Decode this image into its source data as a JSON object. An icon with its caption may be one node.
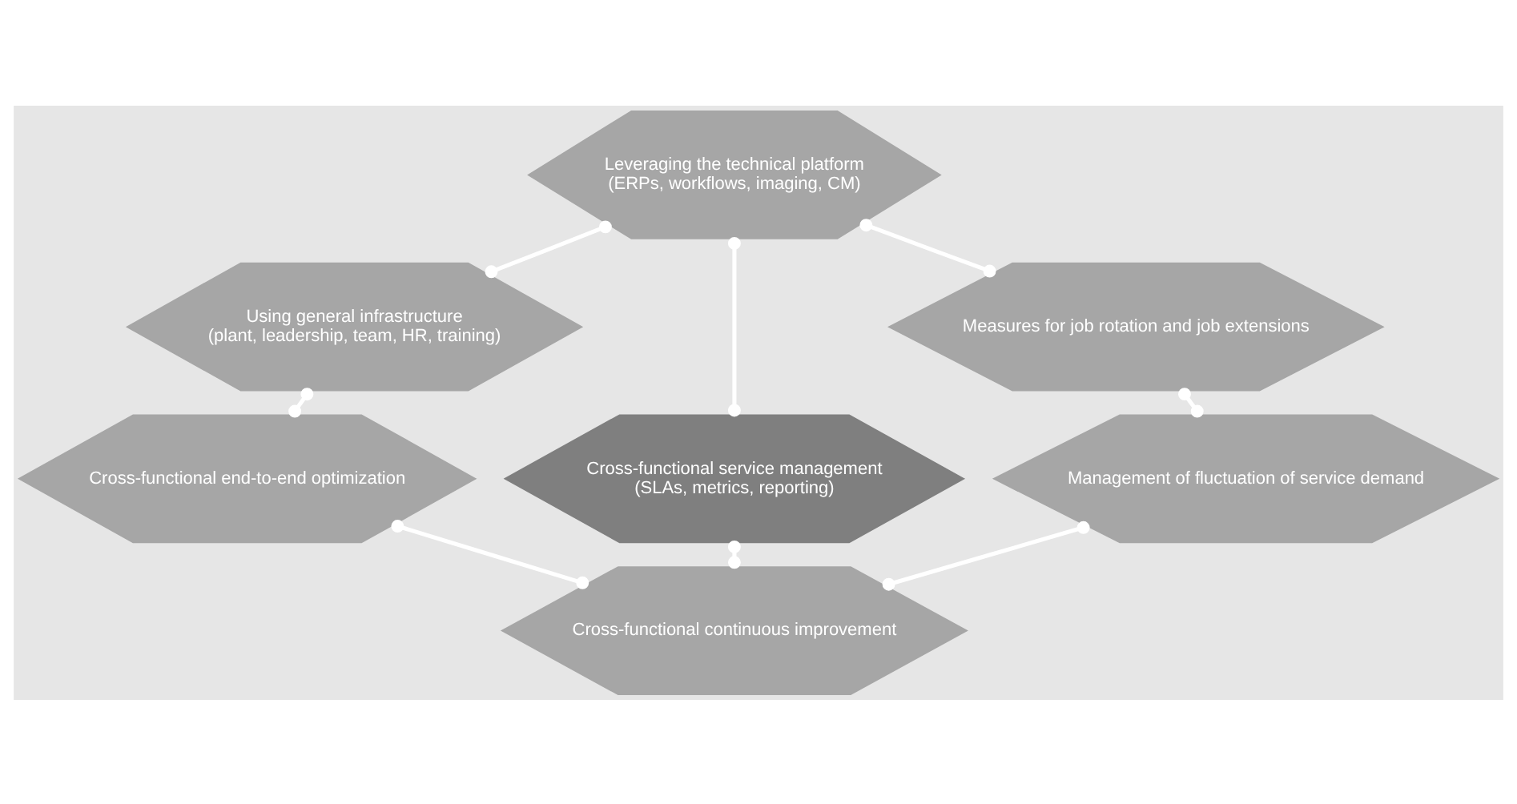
{
  "diagram": {
    "nodes": [
      {
        "text": [
          "Leveraging the technical platform",
          "(ERPs, workflows, imaging, CM)"
        ]
      },
      {
        "text": [
          "Measures for job rotation and job extensions"
        ]
      },
      {
        "text": [
          "Using general infrastructure",
          "(plant, leadership, team, HR, training)"
        ]
      },
      {
        "text": [
          "Cross-functional service management",
          "(SLAs, metrics, reporting)"
        ]
      },
      {
        "text": [
          "Management of fluctuation of service demand"
        ]
      },
      {
        "text": [
          "Cross-functional end-to-end optimization"
        ]
      },
      {
        "text": [
          "Cross-functional continuous improvement"
        ]
      }
    ],
    "edges": [
      {
        "from": 1,
        "to": 0,
        "arrow": "other"
      },
      {
        "from": 0,
        "to": 2,
        "arrow": "other"
      },
      {
        "from": 0,
        "to": 3,
        "arrow": "other"
      },
      {
        "from": 1,
        "to": 4,
        "arrow": "other"
      },
      {
        "from": 2,
        "to": 5,
        "arrow": "other"
      },
      {
        "from": 3,
        "to": 6,
        "arrow": "other"
      },
      {
        "from": 4,
        "to": 6,
        "arrow": "other"
      },
      {
        "from": 6,
        "to": 5,
        "arrow": "other"
      }
    ]
  }
}
